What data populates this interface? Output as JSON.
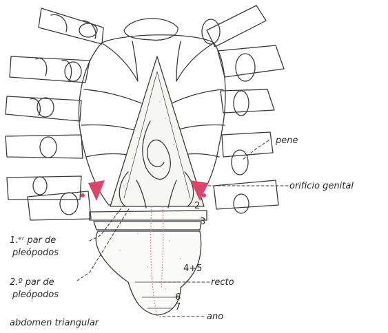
{
  "labels": {
    "pene": "pene",
    "orificio_genital": "orificio genital",
    "par1_line1": "1.ᵉʳ par de",
    "par1_line2": "pleópodos",
    "par2_line1": "2.º par de",
    "par2_line2": "pleópodos",
    "abdomen": "abdomen triangular",
    "recto": "recto",
    "ano": "ano"
  },
  "segment_numbers": {
    "s2": "2",
    "s3": "3",
    "s45": "4+5",
    "s6": "6",
    "s7": "7"
  },
  "colors": {
    "ink": "#3a3a3a",
    "pink": "#e0436a",
    "pink_dots": "#ec8aa0"
  }
}
